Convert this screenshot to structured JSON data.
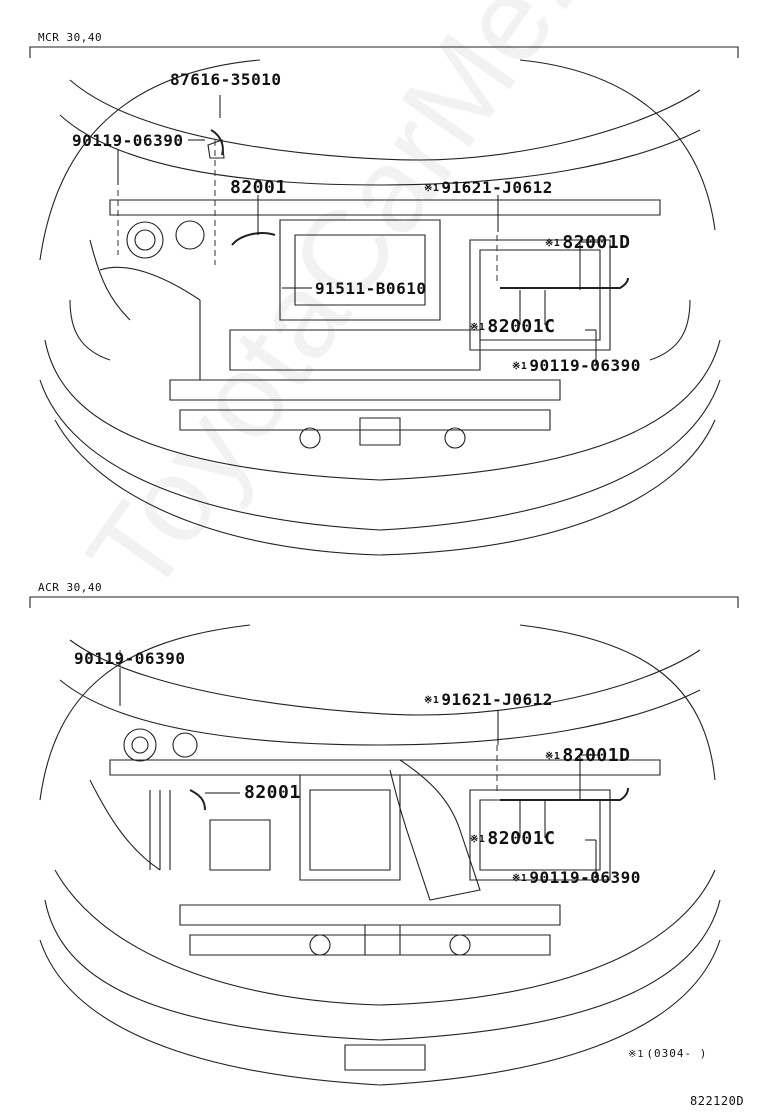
{
  "sections": [
    {
      "label": "MCR 30,40",
      "parts": [
        {
          "number": "87616-35010",
          "mark": ""
        },
        {
          "number": "90119-06390",
          "mark": ""
        },
        {
          "number": "82001",
          "mark": ""
        },
        {
          "number": "91621-J0612",
          "mark": "※1"
        },
        {
          "number": "82001D",
          "mark": "※1"
        },
        {
          "number": "91511-B0610",
          "mark": ""
        },
        {
          "number": "82001C",
          "mark": "※1"
        },
        {
          "number": "90119-06390",
          "mark": "※1"
        }
      ]
    },
    {
      "label": "ACR 30,40",
      "parts": [
        {
          "number": "90119-06390",
          "mark": ""
        },
        {
          "number": "91621-J0612",
          "mark": "※1"
        },
        {
          "number": "82001D",
          "mark": "※1"
        },
        {
          "number": "82001",
          "mark": ""
        },
        {
          "number": "82001C",
          "mark": "※1"
        },
        {
          "number": "90119-06390",
          "mark": "※1"
        }
      ]
    }
  ],
  "footnote": {
    "mark": "※1",
    "text": "(0304-     )"
  },
  "watermark": "ToyotaCarMe.ru",
  "document_number": "822120D"
}
